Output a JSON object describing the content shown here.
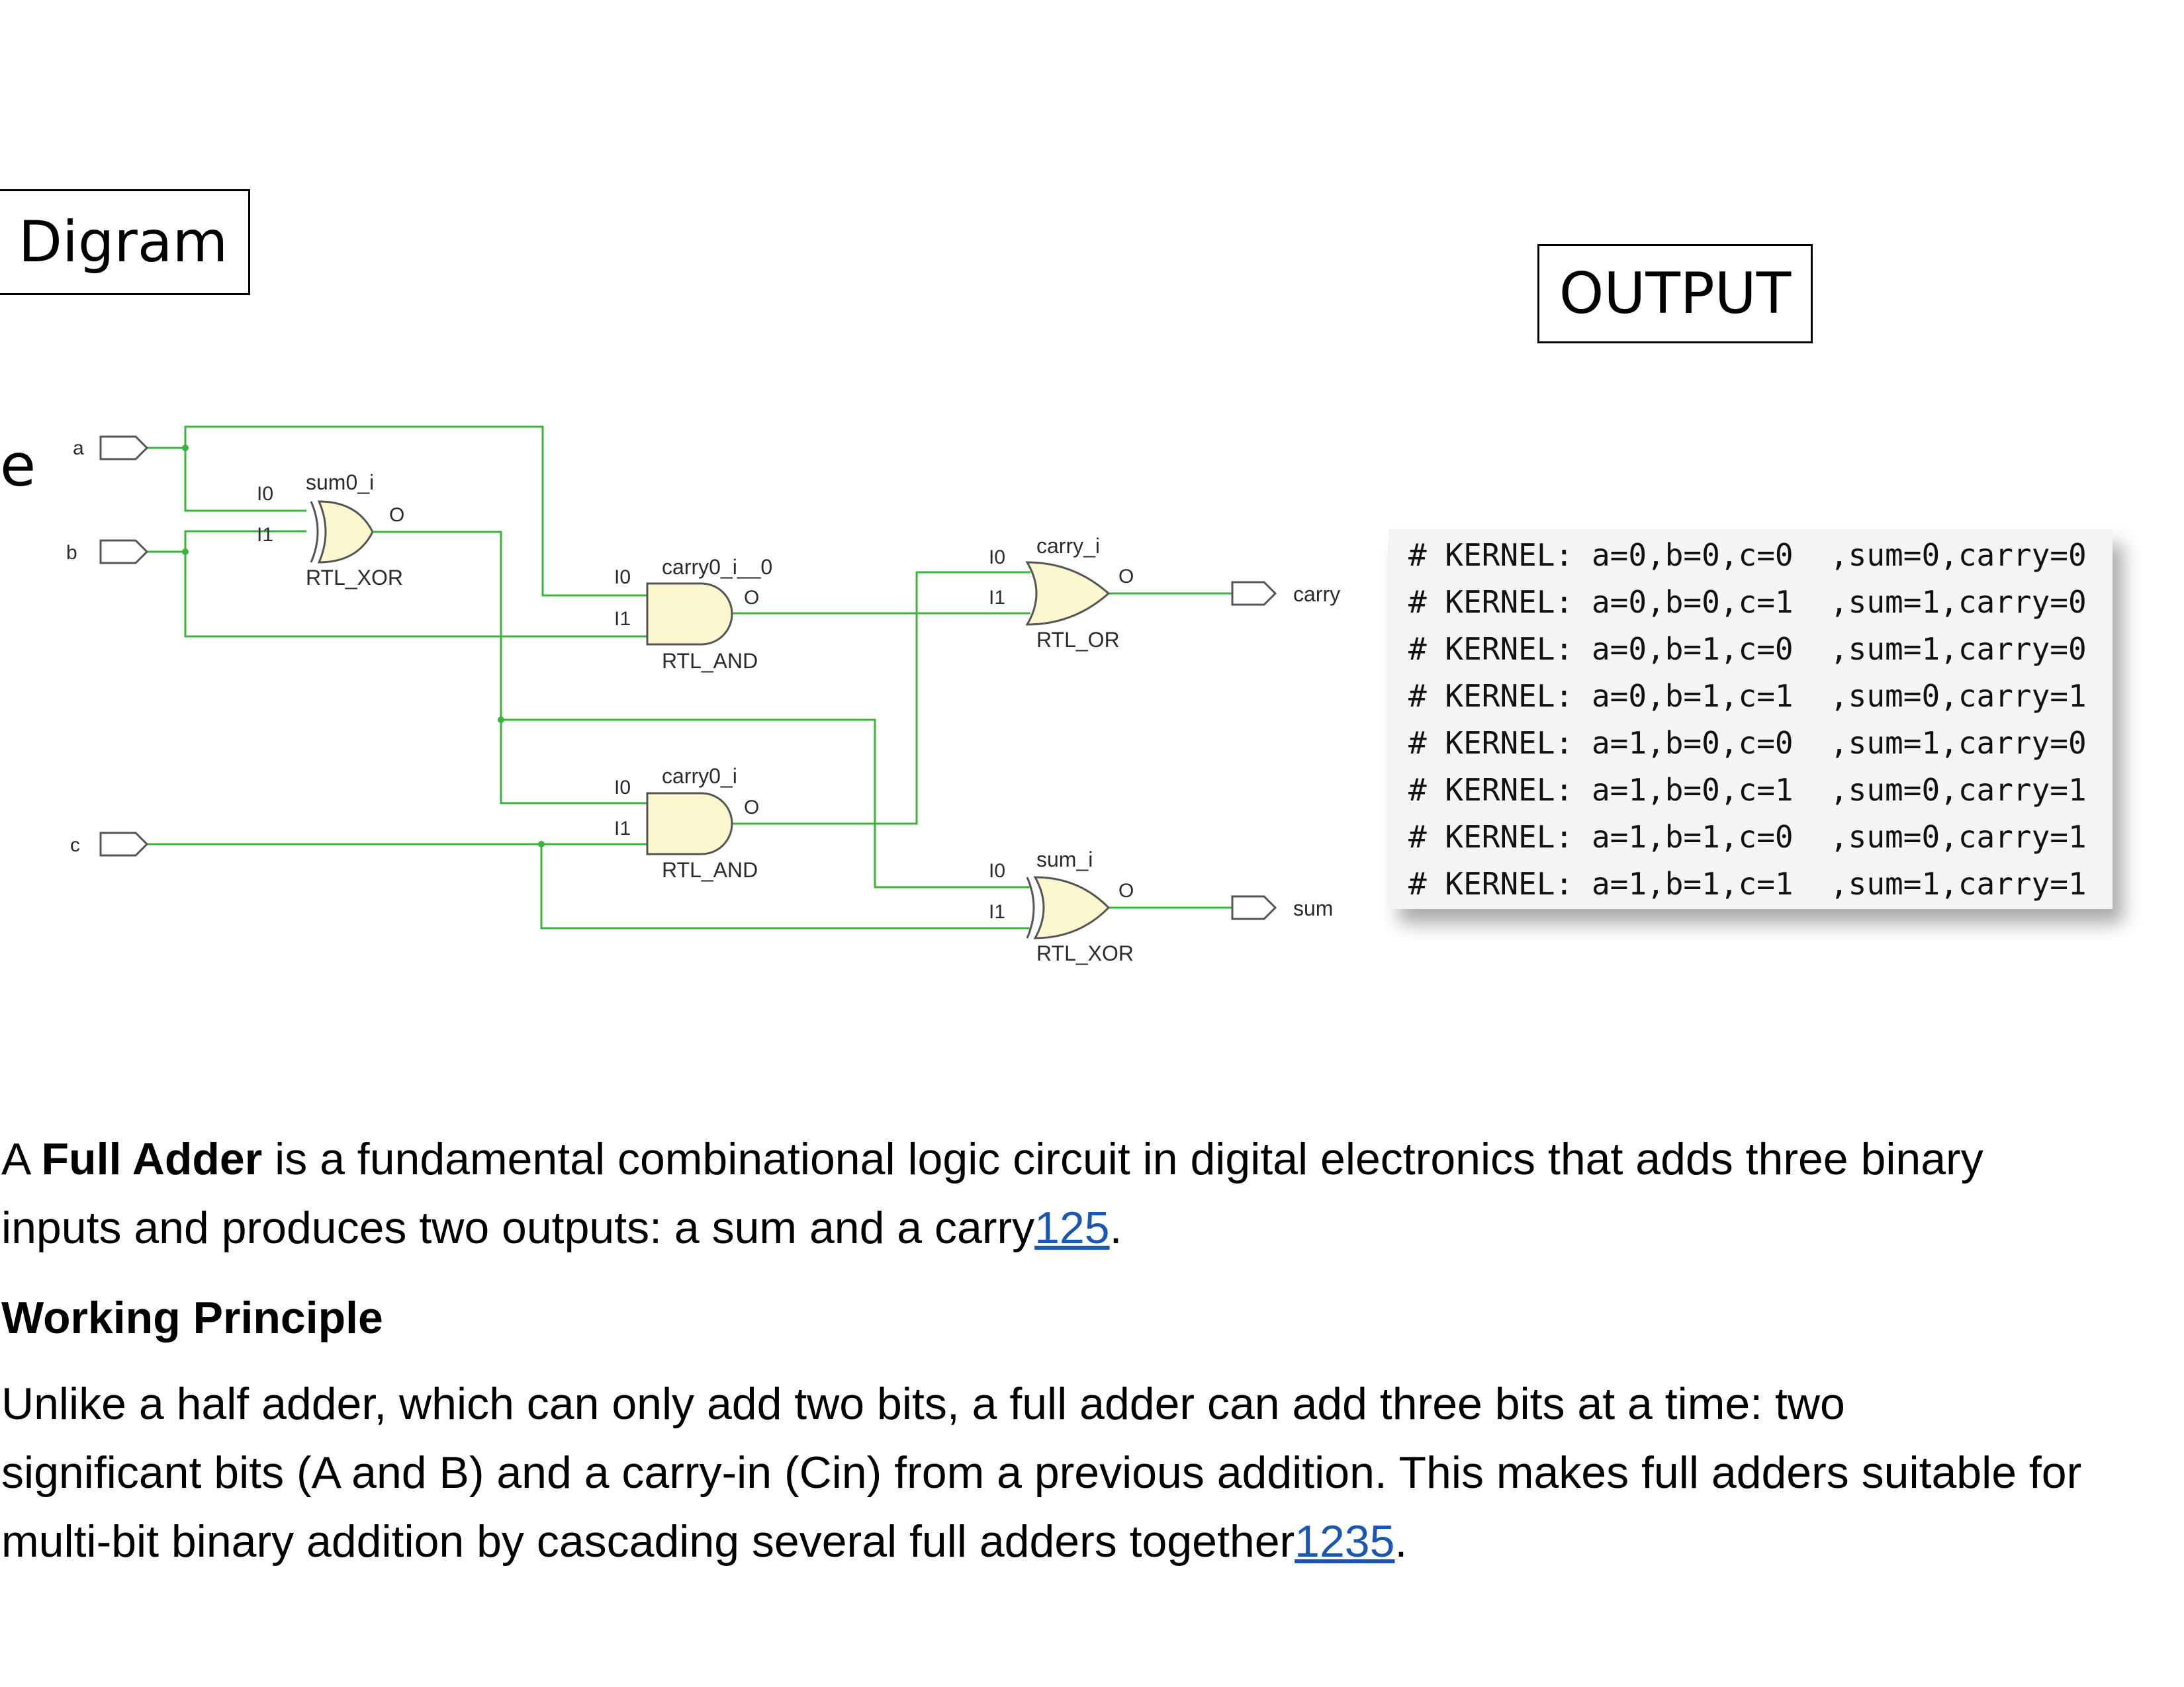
{
  "titles": {
    "diagram": "Digram",
    "output": "OUTPUT"
  },
  "stray_letter": "e",
  "circuit": {
    "ports": {
      "a": "a",
      "b": "b",
      "c": "c",
      "carry": "carry",
      "sum": "sum"
    },
    "gates": {
      "sum0": {
        "name": "sum0_i",
        "type": "RTL_XOR",
        "in0": "I0",
        "in1": "I1",
        "out": "O"
      },
      "carry0_i_0": {
        "name": "carry0_i__0",
        "type": "RTL_AND",
        "in0": "I0",
        "in1": "I1",
        "out": "O"
      },
      "carry0": {
        "name": "carry0_i",
        "type": "RTL_AND",
        "in0": "I0",
        "in1": "I1",
        "out": "O"
      },
      "carry": {
        "name": "carry_i",
        "type": "RTL_OR",
        "in0": "I0",
        "in1": "I1",
        "out": "O"
      },
      "sum": {
        "name": "sum_i",
        "type": "RTL_XOR",
        "in0": "I0",
        "in1": "I1",
        "out": "O"
      }
    },
    "wire_color": "#3cb43c",
    "gate_fill": "#fbf8cf"
  },
  "output_log": [
    "# KERNEL: a=0,b=0,c=0  ,sum=0,carry=0",
    "# KERNEL: a=0,b=0,c=1  ,sum=1,carry=0",
    "# KERNEL: a=0,b=1,c=0  ,sum=1,carry=0",
    "# KERNEL: a=0,b=1,c=1  ,sum=0,carry=1",
    "# KERNEL: a=1,b=0,c=0  ,sum=1,carry=0",
    "# KERNEL: a=1,b=0,c=1  ,sum=0,carry=1",
    "# KERNEL: a=1,b=1,c=0  ,sum=0,carry=1",
    "# KERNEL: a=1,b=1,c=1  ,sum=1,carry=1"
  ],
  "paragraph1": {
    "prefix": "A ",
    "bold": "Full Adder",
    "line1_rest": " is a fundamental combinational logic circuit in digital electronics that adds three binary",
    "line2": "inputs and produces two outputs: a sum and a carry",
    "ref": "125",
    "end": "."
  },
  "heading": "Working Principle",
  "paragraph2": {
    "line1": "Unlike a half adder, which can only add two bits, a full adder can add three bits at a time: two",
    "line2": "significant bits (A and B) and a carry-in (Cin) from a previous addition. This makes full adders suitable for",
    "line3": "multi-bit binary addition by cascading several full adders together",
    "ref": "1235",
    "end": "."
  }
}
